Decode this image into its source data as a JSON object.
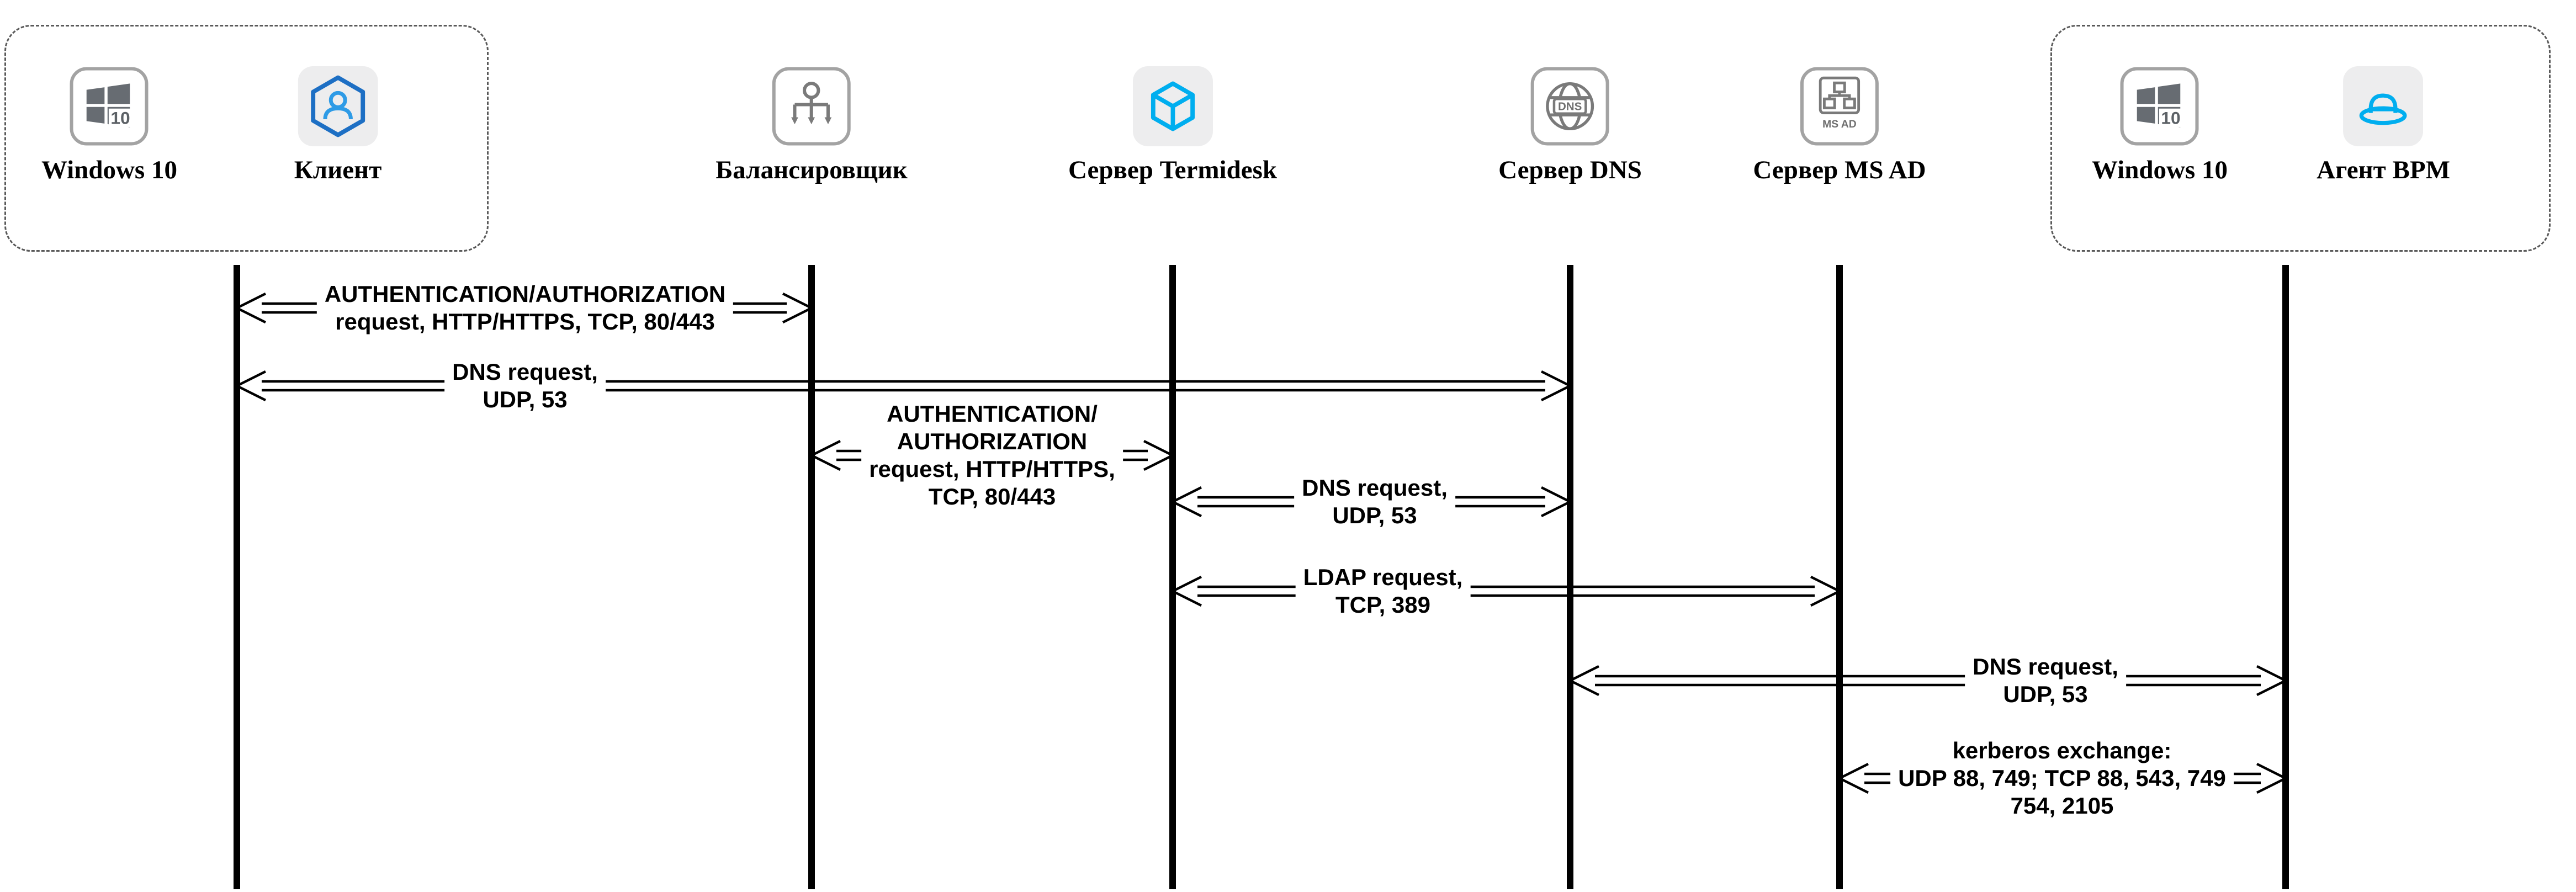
{
  "diagram": {
    "title": "Termidesk network ports sequence diagram",
    "colors": {
      "accent_cyan": "#00aeef",
      "icon_gray": "#7a7a7a",
      "blue": "#2e9be6",
      "line_black": "#000000"
    },
    "actors": [
      {
        "label": "Windows 10",
        "icon": "windows-10-icon",
        "icon_text": "10"
      },
      {
        "label": "Клиент",
        "icon": "client-hexagon-user-icon"
      },
      {
        "label": "Балансировщик",
        "icon": "load-balancer-icon"
      },
      {
        "label": "Сервер Termidesk",
        "icon": "termidesk-cube-icon"
      },
      {
        "label": "Сервер DNS",
        "icon": "dns-globe-icon",
        "icon_text": "DNS"
      },
      {
        "label": "Сервер MS AD",
        "icon": "ms-ad-icon",
        "icon_text": "MS AD"
      },
      {
        "label": "Windows 10",
        "icon": "windows-10-icon",
        "icon_text": "10"
      },
      {
        "label": "Агент BPM",
        "icon": "agent-hat-icon"
      }
    ],
    "messages": [
      {
        "from": "Клиент",
        "to": "Балансировщик",
        "lines": [
          "AUTHENTICATION/AUTHORIZATION",
          "request, HTTP/HTTPS, TCP, 80/443"
        ]
      },
      {
        "from": "Клиент",
        "to": "Сервер DNS",
        "lines": [
          "DNS request,",
          "UDP, 53"
        ]
      },
      {
        "from": "Балансировщик",
        "to": "Сервер Termidesk",
        "lines": [
          "AUTHENTICATION/",
          "AUTHORIZATION",
          "request, HTTP/HTTPS,",
          "TCP, 80/443"
        ]
      },
      {
        "from": "Сервер Termidesk",
        "to": "Сервер DNS",
        "lines": [
          "DNS request,",
          "UDP, 53"
        ]
      },
      {
        "from": "Сервер Termidesk",
        "to": "Сервер MS AD",
        "lines": [
          "LDAP request,",
          "TCP, 389"
        ]
      },
      {
        "from": "Сервер DNS",
        "to": "Агент BPM",
        "lines": [
          "DNS request,",
          "UDP, 53"
        ]
      },
      {
        "from": "Сервер MS AD",
        "to": "Агент BPM",
        "lines": [
          "kerberos exchange:",
          "UDP 88, 749; TCP 88, 543, 749",
          "754, 2105"
        ]
      }
    ]
  }
}
